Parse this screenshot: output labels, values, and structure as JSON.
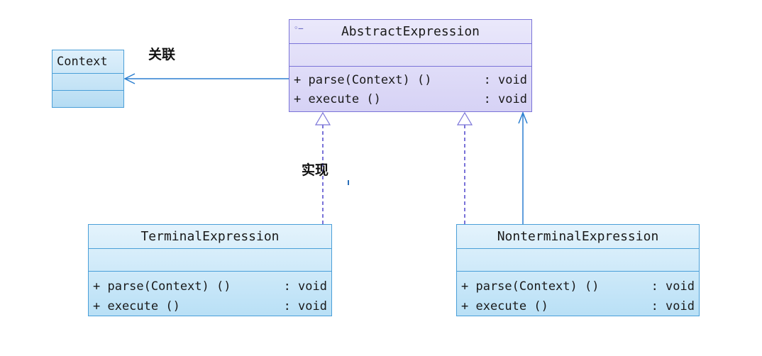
{
  "classes": {
    "context": {
      "name": "Context"
    },
    "abstract_expression": {
      "name": "AbstractExpression",
      "operations": [
        {
          "signature": "+ parse(Context) ()",
          "type": ": void"
        },
        {
          "signature": "+ execute ()",
          "type": ": void"
        }
      ]
    },
    "terminal_expression": {
      "name": "TerminalExpression",
      "operations": [
        {
          "signature": "+ parse(Context) ()",
          "type": ": void"
        },
        {
          "signature": "+ execute ()",
          "type": ": void"
        }
      ]
    },
    "nonterminal_expression": {
      "name": "NonterminalExpression",
      "operations": [
        {
          "signature": "+ parse(Context) ()",
          "type": ": void"
        },
        {
          "signature": "+ execute ()",
          "type": ": void"
        }
      ]
    }
  },
  "relations": {
    "association_label": "关联",
    "realization_label": "实现"
  },
  "colors": {
    "class_border": "#4a9fd8",
    "abstract_border": "#7a73d8",
    "association_line": "#2b7fd0",
    "realization_line": "#7a73d8"
  }
}
